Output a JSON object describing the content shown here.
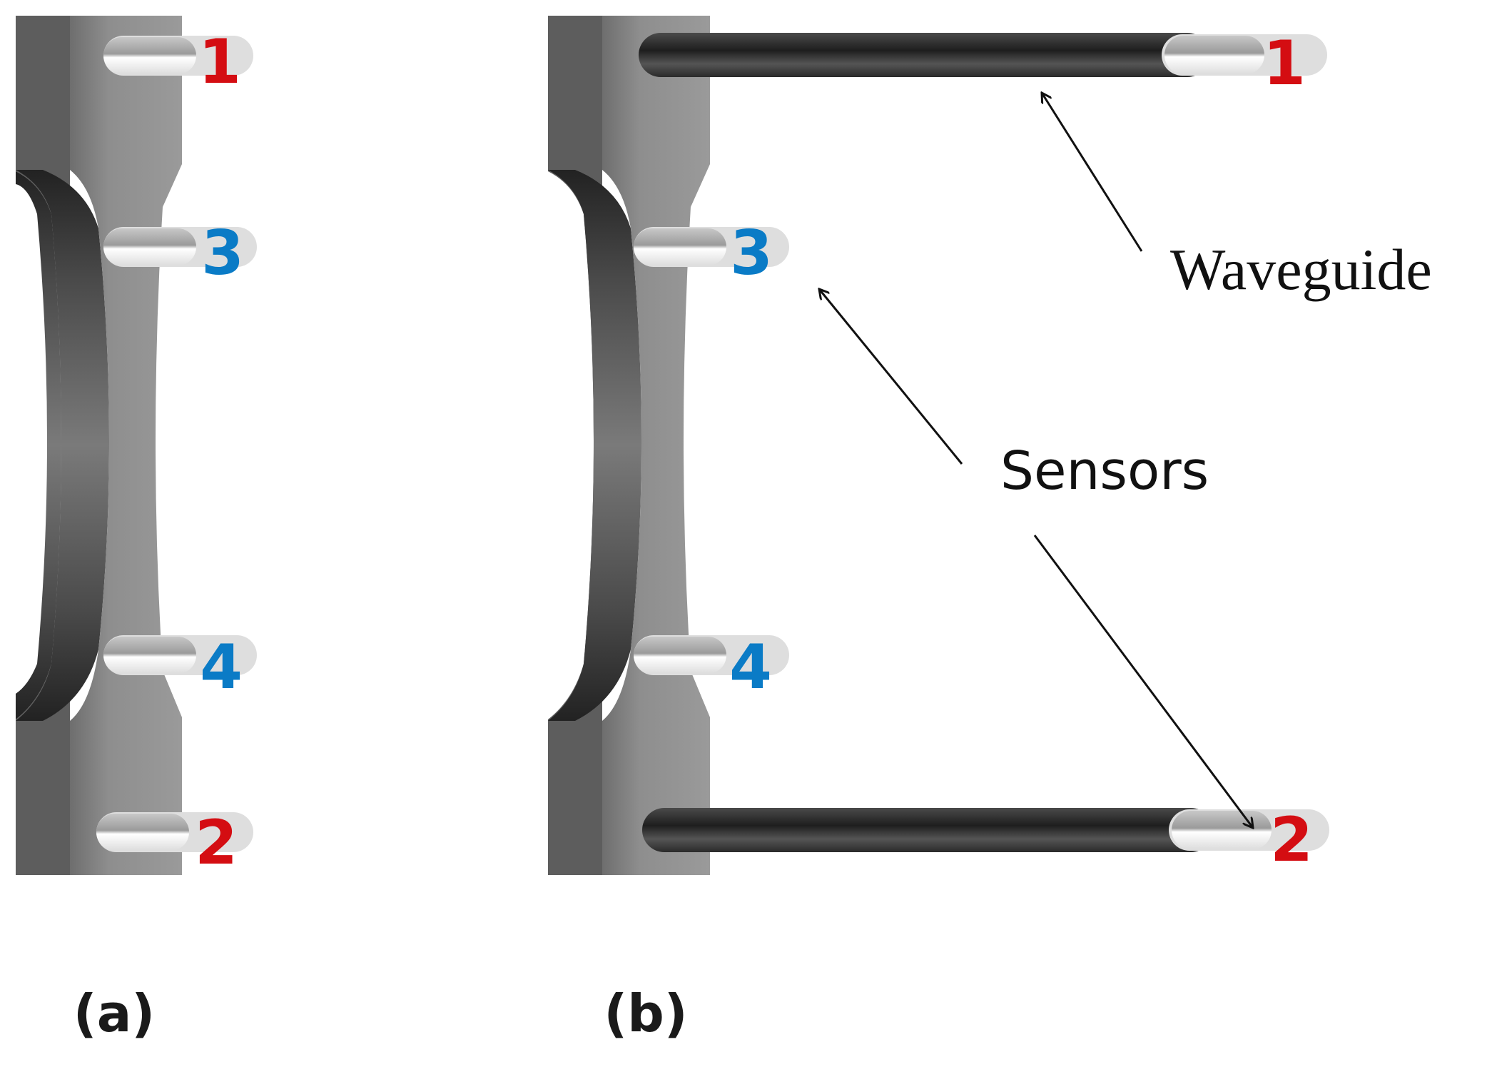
{
  "colors": {
    "sensor_ends": "#d40d12",
    "sensor_gauge": "#0a7bc6",
    "specimen": "#8c8c8c",
    "specimen_dark": "#2f2f2f",
    "waveguide": "#2a2a2a"
  },
  "panels": [
    {
      "label": "(a)",
      "sensors": [
        "1",
        "3",
        "4",
        "2"
      ]
    },
    {
      "label": "(b)",
      "sensors": [
        "1",
        "3",
        "4",
        "2"
      ]
    }
  ],
  "annotations": {
    "waveguide": "Waveguide",
    "sensors": "Sensors"
  }
}
